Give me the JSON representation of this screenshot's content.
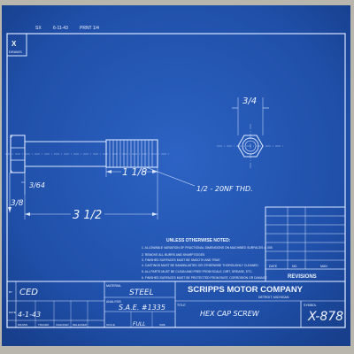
{
  "header": {
    "code1": "SX",
    "code2": "6-11-43",
    "code3": "PRNT 1/4",
    "corner_label1": "X",
    "corner_label2": "DRAWS"
  },
  "dimensions": {
    "head_width": "3/4",
    "thickness": "3/64",
    "head_height": "3/8",
    "length": "3 1/2",
    "thread_length": "1 1/8",
    "thread_callout": "1/2 - 20NF THD."
  },
  "notes": {
    "title": "UNLESS OTHERWISE NOTED:",
    "items": [
      "1. ALLOWABLE VARIATION OF FRACTIONAL DIMENSIONS ON MACHINED SURFACES ± .005",
      "2. REMOVE ALL BURRS AND SHARP EDGES",
      "3. FINISHED SURFACES MUST BE SMOOTH AND TRUE",
      "4. CASTINGS MUST BE SANDBLASTED OR OTHERWISE THOROUGHLY CLEANED",
      "5. ALL PARTS MUST BE CLEAN AND FREE FROM SCALE, DIRT, GREASE, ETC.",
      "6. FINISHED SURFACES MUST BE PROTECTED FROM RUST, CORROSION OR DAMAGE"
    ]
  },
  "revisions": {
    "title": "REVISIONS",
    "columns": [
      "DATE",
      "NO.",
      "MAN"
    ]
  },
  "title_block": {
    "drawn_by": "CED",
    "date_label": "DATE",
    "date": "4-1-43",
    "material_label": "MATERIAL",
    "material": "STEEL",
    "analysis_label": "ANALYSIS",
    "analysis": "S.A.E. #1335",
    "scale_label": "SCALE",
    "scale": "FULL",
    "size_label": "SIZE",
    "company": "SCRIPPS MOTOR COMPANY",
    "location": "DETROIT, MICHIGAN",
    "title_label": "TITLE",
    "title": "HEX CAP SCREW",
    "symbol_label": "SYMBOL",
    "symbol": "X-878",
    "footer_labels": [
      "DRAWN",
      "TRACED",
      "CHECKED",
      "RELEASED"
    ]
  },
  "colors": {
    "paper": "#1f4fa8",
    "line": "#dbe6ff",
    "background": "#b9b6ae"
  }
}
